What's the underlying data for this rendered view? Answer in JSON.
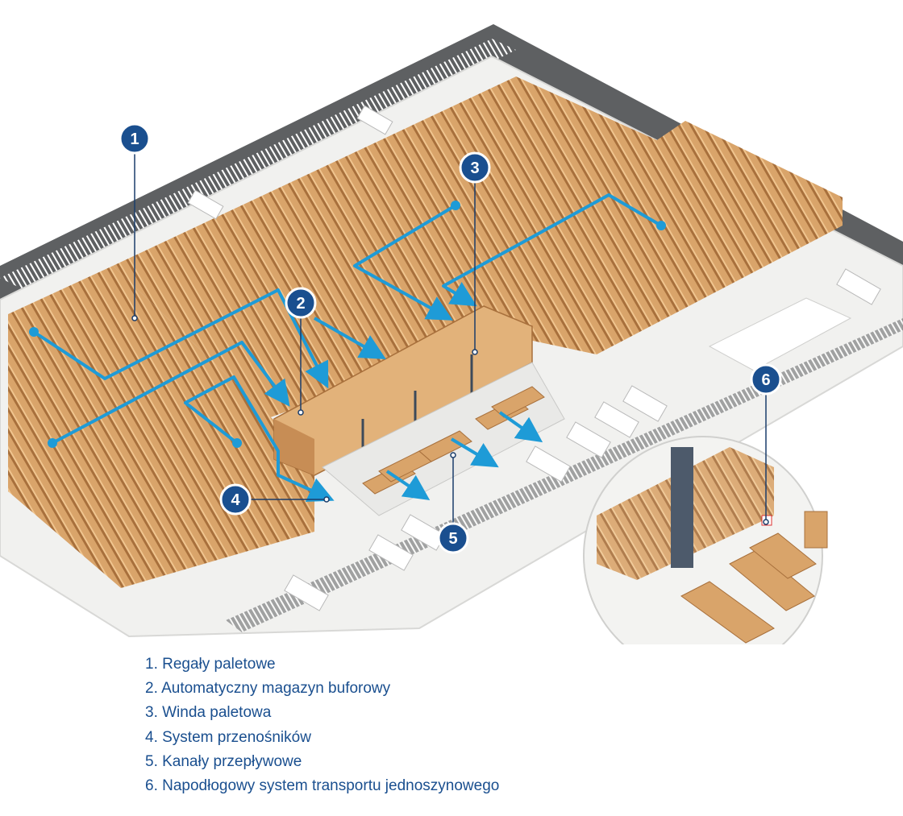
{
  "markers": [
    {
      "id": "1",
      "label": "1"
    },
    {
      "id": "2",
      "label": "2"
    },
    {
      "id": "3",
      "label": "3"
    },
    {
      "id": "4",
      "label": "4"
    },
    {
      "id": "5",
      "label": "5"
    },
    {
      "id": "6",
      "label": "6"
    }
  ],
  "legend": [
    "1. Regały paletowe",
    "2. Automatyczny magazyn buforowy",
    "3. Winda paletowa",
    "4. System przenośników",
    "5. Kanały przepływowe",
    "6. Napodłogowy system transportu jednoszynowego"
  ],
  "colors": {
    "marker_fill": "#1a4f8f",
    "legend_text": "#1a4f8f",
    "flow_arrows": "#1e9bd7",
    "racks": "#d9a46a",
    "rack_shadow": "#b07a45",
    "floor": "#f1f1ef",
    "road": "#5e6062"
  },
  "icons": [
    "flow-arrow-icon",
    "truck-icon",
    "stacker-crane-icon"
  ]
}
